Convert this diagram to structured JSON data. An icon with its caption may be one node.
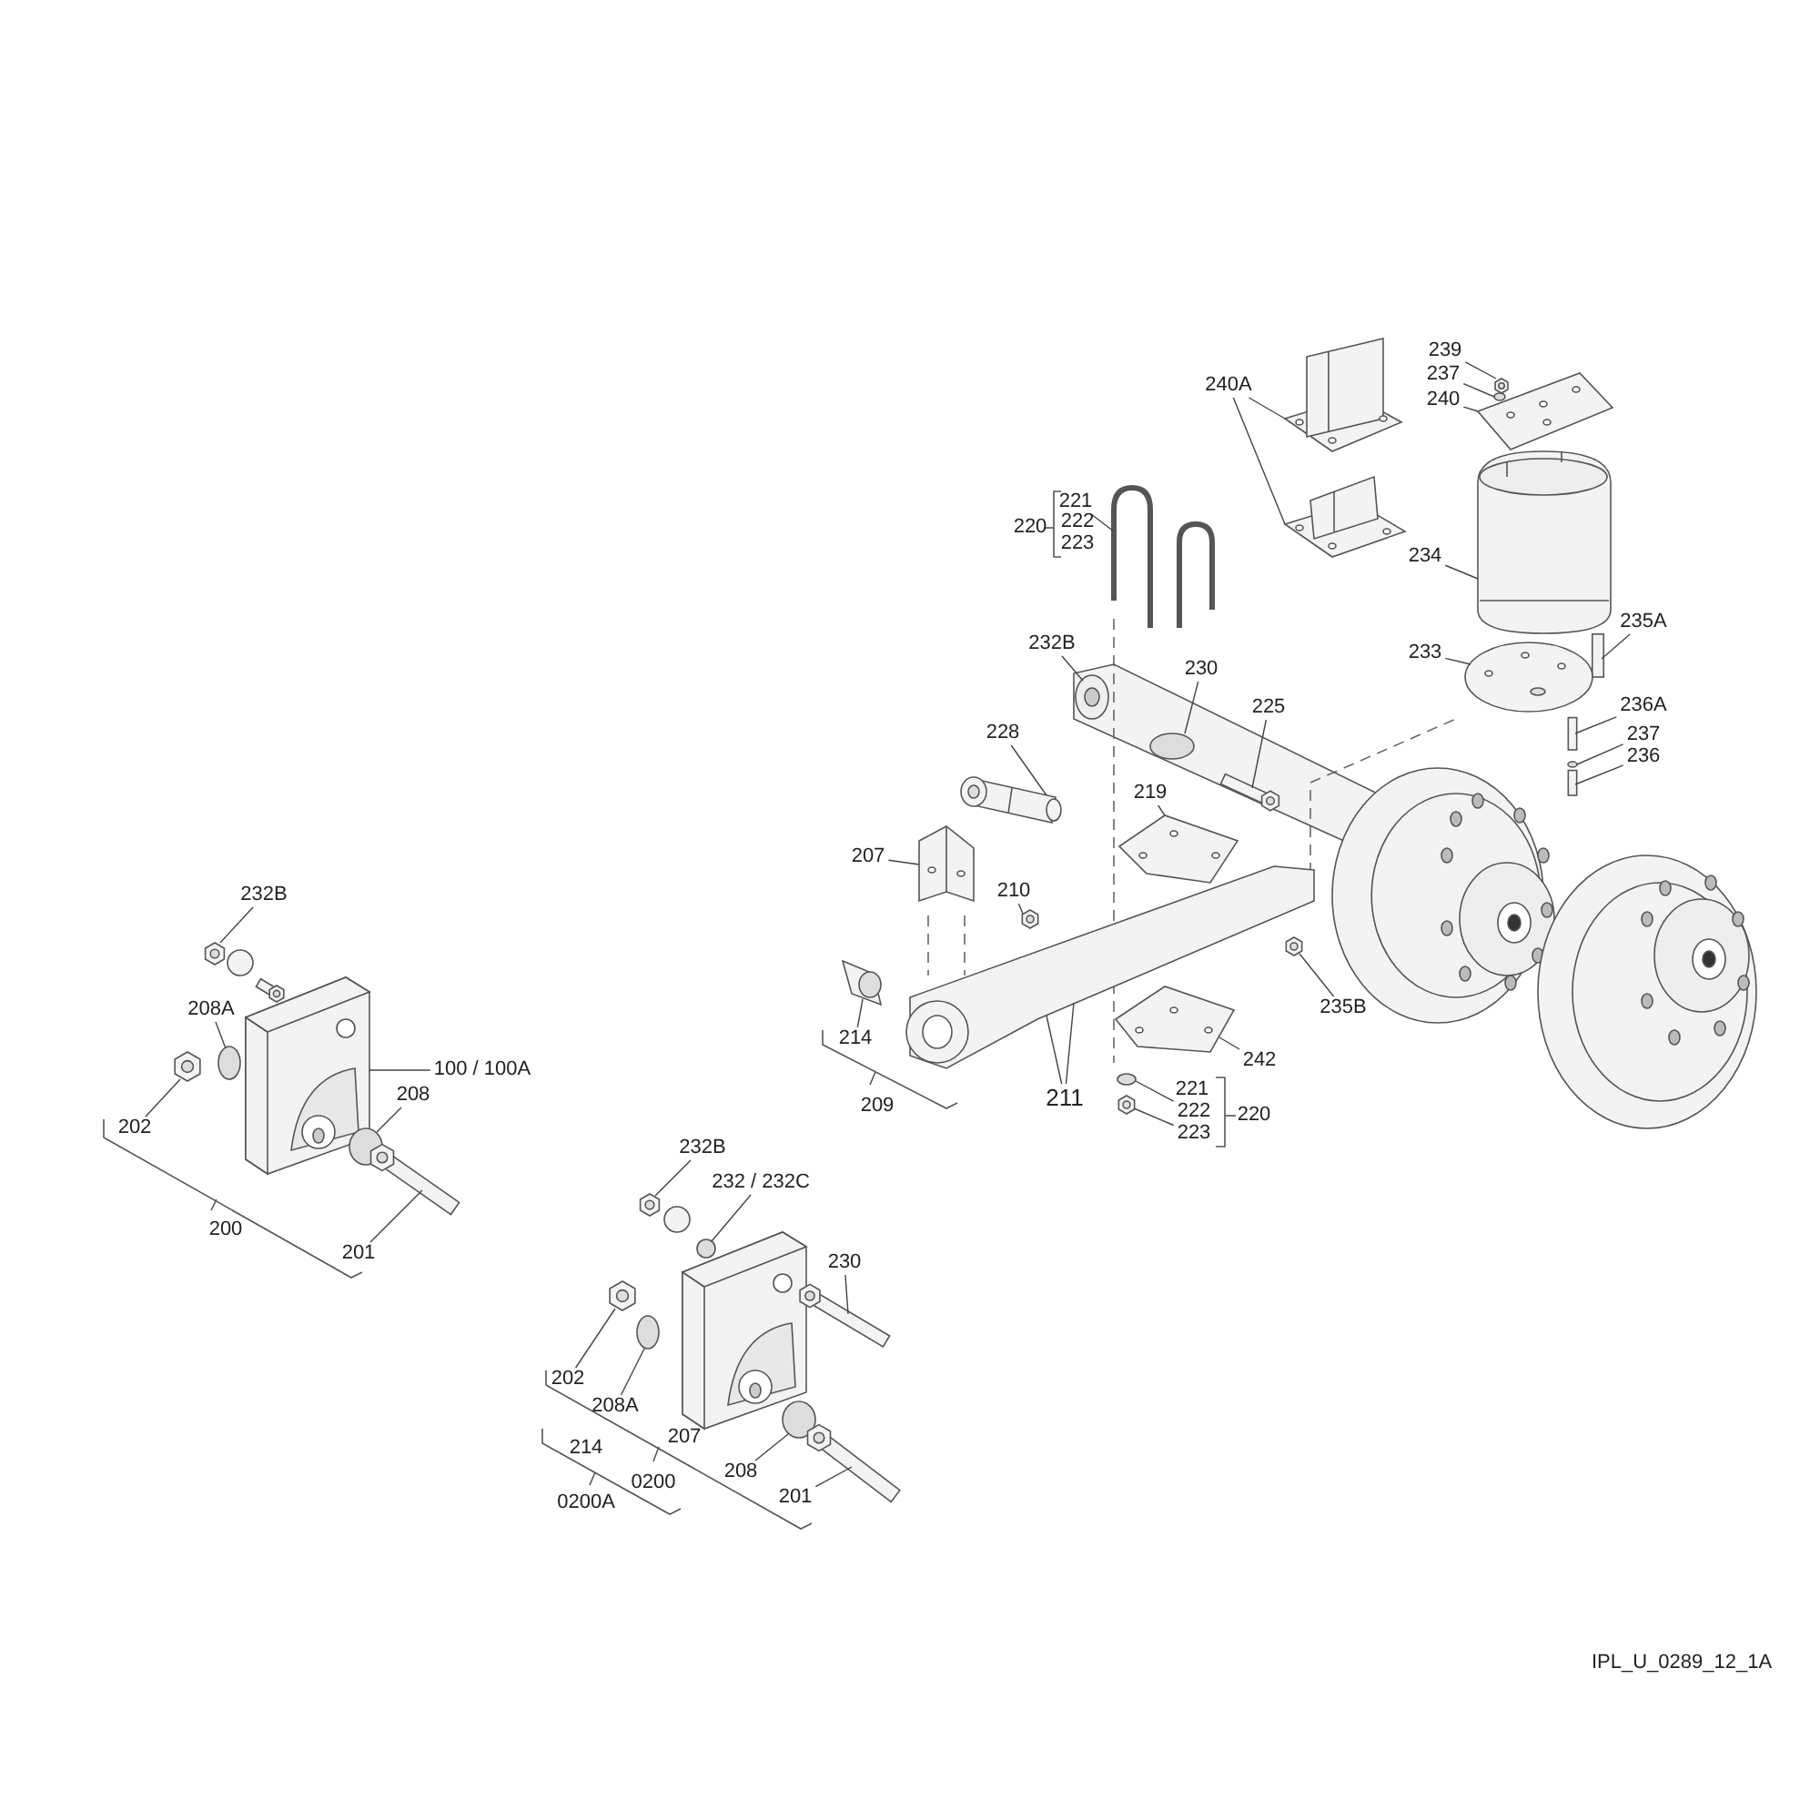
{
  "diagram": {
    "nodes": [
      {
        "text": [
          "239"
        ]
      },
      {
        "text": [
          "237"
        ]
      },
      {
        "text": [
          "240A"
        ]
      },
      {
        "text": [
          "240"
        ]
      },
      {
        "text": [
          "221"
        ]
      },
      {
        "text": [
          "234"
        ]
      },
      {
        "text": [
          "235A"
        ]
      },
      {
        "text": [
          "232B"
        ]
      },
      {
        "text": [
          "233"
        ]
      },
      {
        "text": [
          "230"
        ]
      },
      {
        "text": [
          "225"
        ]
      },
      {
        "text": [
          "236A"
        ]
      },
      {
        "text": [
          "237"
        ]
      },
      {
        "text": [
          "236"
        ]
      },
      {
        "text": [
          "228"
        ]
      },
      {
        "text": [
          "219"
        ]
      },
      {
        "text": [
          "207"
        ]
      },
      {
        "text": [
          "210"
        ]
      },
      {
        "text": [
          "232B"
        ]
      },
      {
        "text": [
          "208A"
        ]
      },
      {
        "text": [
          "235B"
        ]
      },
      {
        "text": [
          "214"
        ]
      },
      {
        "text": [
          "242"
        ]
      },
      {
        "text": [
          "100 / 100A"
        ]
      },
      {
        "text": [
          "211"
        ]
      },
      {
        "text": [
          "208"
        ]
      },
      {
        "text": [
          "222"
        ]
      },
      {
        "text": [
          "223"
        ]
      },
      {
        "text": [
          "202"
        ]
      },
      {
        "text": [
          "201"
        ]
      },
      {
        "text": [
          "232B"
        ]
      },
      {
        "text": [
          "232 / 232C"
        ]
      },
      {
        "text": [
          "230"
        ]
      },
      {
        "text": [
          "202"
        ]
      },
      {
        "text": [
          "208A"
        ]
      },
      {
        "text": [
          "208"
        ]
      },
      {
        "text": [
          "201"
        ]
      },
      {
        "text": [],
        "shape": "picture"
      },
      {
        "text": [],
        "shape": "circle"
      },
      {
        "text": [],
        "shape": "picture"
      },
      {
        "text": [],
        "shape": "picture"
      },
      {
        "text": [],
        "shape": "picture"
      },
      {
        "text": [],
        "shape": "picture"
      },
      {
        "text": [],
        "shape": "picture"
      },
      {
        "text": [],
        "shape": "bar"
      },
      {
        "text": [],
        "shape": "picture"
      },
      {
        "text": [],
        "shape": "picture"
      },
      {
        "text": [],
        "shape": "circle"
      },
      {
        "text": [],
        "shape": "picture"
      },
      {
        "text": [],
        "shape": "bar"
      },
      {
        "text": [],
        "shape": "circle"
      },
      {
        "text": [],
        "shape": "bar"
      },
      {
        "text": [],
        "shape": "picture"
      },
      {
        "text": [],
        "shape": "picture"
      },
      {
        "text": [],
        "shape": "picture"
      },
      {
        "text": [],
        "shape": "picture"
      },
      {
        "text": [],
        "shape": "picture"
      },
      {
        "text": [],
        "shape": "circle"
      },
      {
        "text": [],
        "shape": "picture"
      },
      {
        "text": [],
        "shape": "picture"
      },
      {
        "text": [],
        "shape": "picture"
      },
      {
        "text": [],
        "shape": "picture"
      },
      {
        "text": [],
        "shape": "picture"
      },
      {
        "text": [],
        "shape": "circle"
      },
      {
        "text": [],
        "shape": "circle"
      },
      {
        "text": [],
        "shape": "picture"
      },
      {
        "text": [],
        "shape": "picture"
      },
      {
        "text": [],
        "shape": "picture"
      },
      {
        "text": [],
        "shape": "picture"
      },
      {
        "text": [],
        "shape": "circle"
      },
      {
        "text": [],
        "shape": "picture"
      },
      {
        "text": [],
        "shape": "picture"
      },
      {
        "text": [],
        "shape": "circle"
      },
      {
        "text": [],
        "shape": "circle"
      },
      {
        "text": [],
        "shape": "picture"
      }
    ],
    "edges": [
      {
        "from": 0,
        "to": 37,
        "arrow": "none"
      },
      {
        "from": 1,
        "to": 38,
        "arrow": "none"
      },
      {
        "from": 2,
        "to": 40,
        "arrow": "none"
      },
      {
        "from": 2,
        "to": 41,
        "arrow": "none"
      },
      {
        "from": 3,
        "to": 39,
        "arrow": "none"
      },
      {
        "from": 4,
        "to": 42,
        "arrow": "none"
      },
      {
        "from": 5,
        "to": 43,
        "arrow": "none"
      },
      {
        "from": 6,
        "to": 44,
        "arrow": "none"
      },
      {
        "from": 7,
        "to": 45,
        "arrow": "none"
      },
      {
        "from": 8,
        "to": 46,
        "arrow": "none"
      },
      {
        "from": 9,
        "to": 47,
        "arrow": "none"
      },
      {
        "from": 10,
        "to": 48,
        "arrow": "none"
      },
      {
        "from": 11,
        "to": 49,
        "arrow": "none"
      },
      {
        "from": 12,
        "to": 50,
        "arrow": "none"
      },
      {
        "from": 13,
        "to": 51,
        "arrow": "none"
      },
      {
        "from": 14,
        "to": 52,
        "arrow": "none"
      },
      {
        "from": 15,
        "to": 53,
        "arrow": "none"
      },
      {
        "from": 16,
        "to": 54,
        "arrow": "none"
      },
      {
        "from": 17,
        "to": 55,
        "arrow": "none"
      },
      {
        "from": 18,
        "to": 56,
        "arrow": "none"
      },
      {
        "from": 19,
        "to": 57,
        "arrow": "none"
      },
      {
        "from": 20,
        "to": 58,
        "arrow": "none"
      },
      {
        "from": 21,
        "to": 59,
        "arrow": "none"
      },
      {
        "from": 22,
        "to": 60,
        "arrow": "none"
      },
      {
        "from": 23,
        "to": 61,
        "arrow": "none"
      },
      {
        "from": 24,
        "to": 62,
        "arrow": "none"
      },
      {
        "from": 24,
        "to": 62,
        "arrow": "none"
      },
      {
        "from": 25,
        "to": 63,
        "arrow": "none"
      },
      {
        "from": 26,
        "to": 64,
        "arrow": "none"
      },
      {
        "from": 27,
        "to": 65,
        "arrow": "none"
      },
      {
        "from": 28,
        "to": 66,
        "arrow": "none"
      },
      {
        "from": 29,
        "to": 67,
        "arrow": "none"
      },
      {
        "from": 30,
        "to": 68,
        "arrow": "none"
      },
      {
        "from": 31,
        "to": 69,
        "arrow": "none"
      },
      {
        "from": 32,
        "to": 70,
        "arrow": "none"
      },
      {
        "from": 33,
        "to": 71,
        "arrow": "none"
      },
      {
        "from": 34,
        "to": 72,
        "arrow": "none"
      },
      {
        "from": 35,
        "to": 73,
        "arrow": "none"
      },
      {
        "from": 36,
        "to": 74,
        "arrow": "none"
      }
    ],
    "labels": [
      "220",
      "222",
      "223",
      "200",
      "209",
      "221",
      "220",
      "207",
      "214",
      "0200",
      "0200A",
      "IPL_U_0289_12_1A"
    ]
  }
}
